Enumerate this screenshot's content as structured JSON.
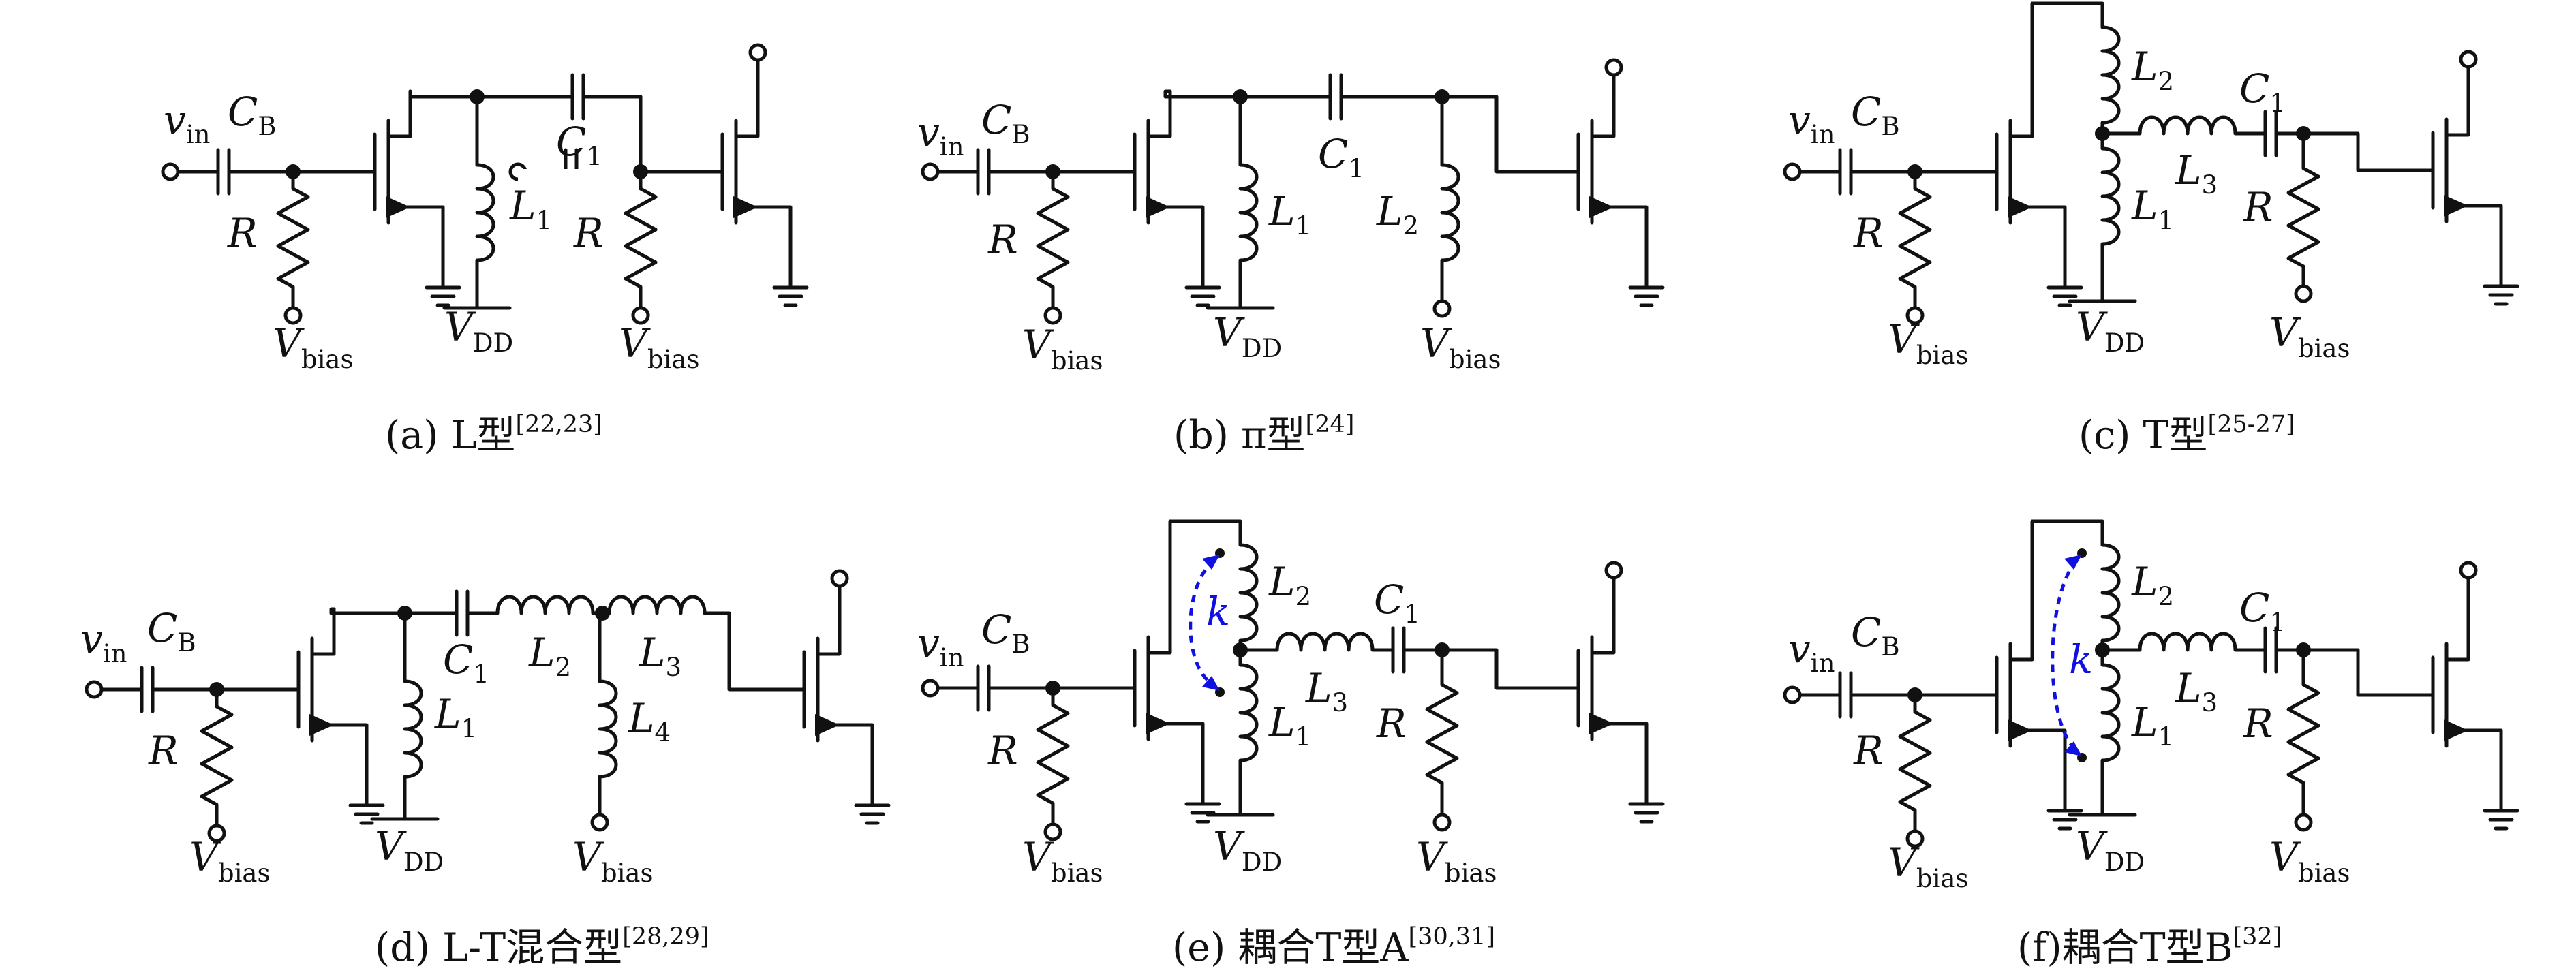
{
  "labels": {
    "vin": "v",
    "vin_sub": "in",
    "CB": "C",
    "CB_sub": "B",
    "C1": "C",
    "C1_sub": "1",
    "R": "R",
    "L1": "L",
    "L1_sub": "1",
    "L2": "L",
    "L2_sub": "2",
    "L3": "L",
    "L3_sub": "3",
    "L4": "L",
    "L4_sub": "4",
    "VDD": "V",
    "VDD_sub": "DD",
    "Vbias": "V",
    "Vbias_sub": "bias",
    "k": "k"
  },
  "captions": {
    "a": {
      "text": "(a) L型",
      "ref": "[22,23]"
    },
    "b": {
      "text": "(b) π型",
      "ref": "[24]"
    },
    "c": {
      "text": "(c) T型",
      "ref": "[25-27]"
    },
    "d": {
      "text": "(d) L-T混合型",
      "ref": "[28,29]"
    },
    "e": {
      "text": "(e) 耦合T型A",
      "ref": "[30,31]"
    },
    "f": {
      "text": "(f)耦合T型B",
      "ref": "[32]"
    }
  }
}
